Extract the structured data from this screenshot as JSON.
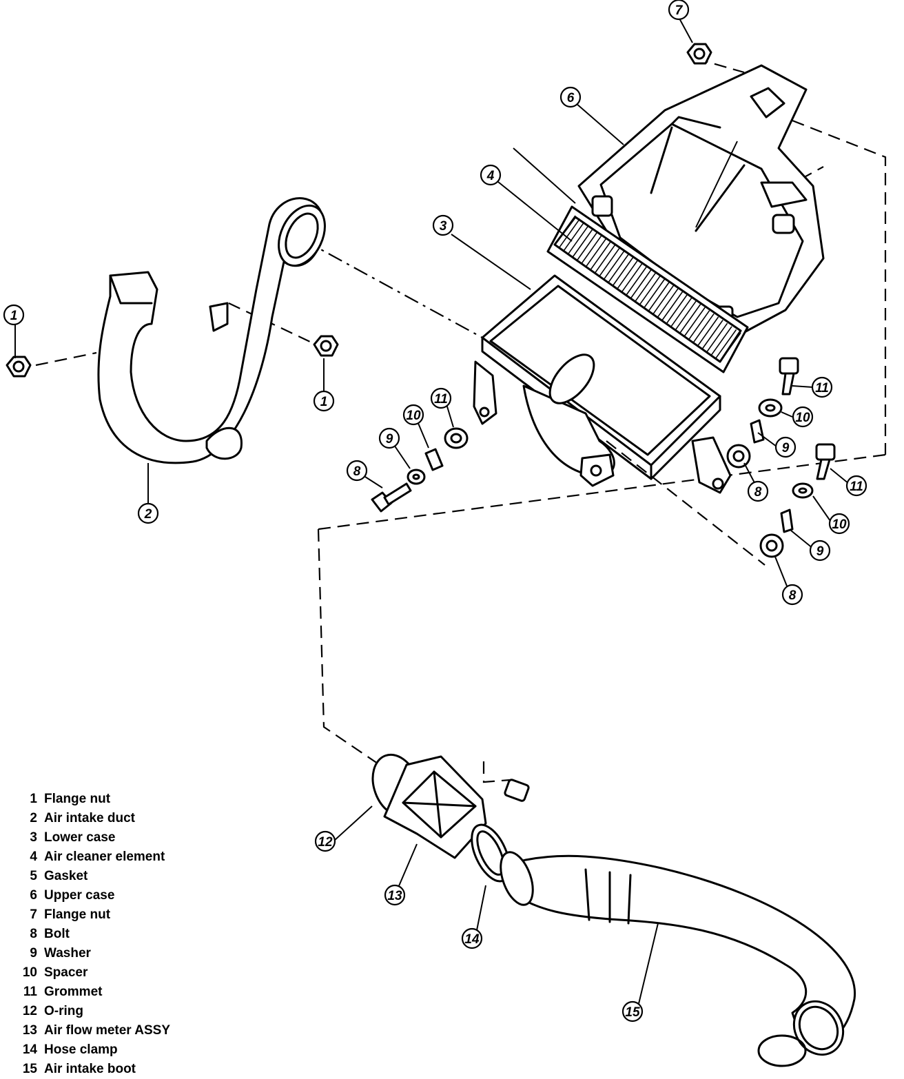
{
  "callouts": {
    "c1a": "1",
    "c1b": "1",
    "c2": "2",
    "c3": "3",
    "c4": "4",
    "c6": "6",
    "c7": "7",
    "c8a": "8",
    "c8b": "8",
    "c8c": "8",
    "c9a": "9",
    "c9b": "9",
    "c9c": "9",
    "c10a": "10",
    "c10b": "10",
    "c10c": "10",
    "c11a": "11",
    "c11b": "11",
    "c11c": "11",
    "c12": "12",
    "c13": "13",
    "c14": "14",
    "c15": "15"
  },
  "legend": [
    {
      "num": "1",
      "name": "Flange nut"
    },
    {
      "num": "2",
      "name": "Air intake duct"
    },
    {
      "num": "3",
      "name": "Lower case"
    },
    {
      "num": "4",
      "name": "Air cleaner element"
    },
    {
      "num": "5",
      "name": "Gasket"
    },
    {
      "num": "6",
      "name": "Upper case"
    },
    {
      "num": "7",
      "name": "Flange nut"
    },
    {
      "num": "8",
      "name": "Bolt"
    },
    {
      "num": "9",
      "name": "Washer"
    },
    {
      "num": "10",
      "name": "Spacer"
    },
    {
      "num": "11",
      "name": "Grommet"
    },
    {
      "num": "12",
      "name": "O-ring"
    },
    {
      "num": "13",
      "name": "Air flow meter ASSY"
    },
    {
      "num": "14",
      "name": "Hose clamp"
    },
    {
      "num": "15",
      "name": "Air intake boot"
    }
  ]
}
